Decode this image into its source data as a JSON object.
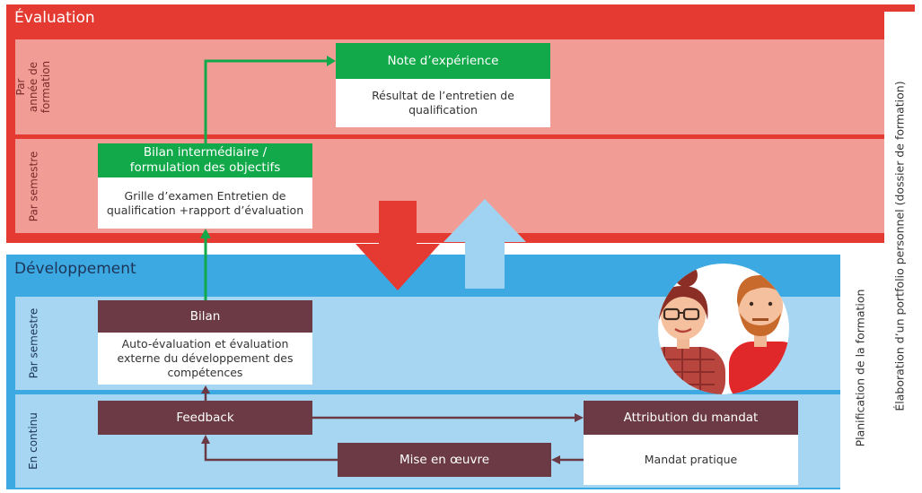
{
  "evaluation": {
    "title": "Évaluation",
    "rows": [
      {
        "label": "Par année de formation"
      },
      {
        "label": "Par semestre"
      }
    ]
  },
  "development": {
    "title": "Développement",
    "rows": [
      {
        "label": "Par semestre"
      },
      {
        "label": "En continu"
      }
    ]
  },
  "boxes": {
    "note": {
      "header": "Note d’expérience",
      "body": "Résultat de l’entretien de qualification"
    },
    "bilan_intermediaire": {
      "header": "Bilan intermédiaire / formulation des objectifs",
      "body": "Grille d’examen Entretien de qualification +rapport d’évaluation"
    },
    "bilan": {
      "header": "Bilan",
      "body": "Auto-évaluation et évaluation externe du développement des compétences"
    },
    "feedback": {
      "label": "Feedback"
    },
    "attribution": {
      "header": "Attribution du mandat",
      "body": "Mandat pratique"
    },
    "mise_en_oeuvre": {
      "label": "Mise en œuvre"
    }
  },
  "side_columns": {
    "planification": "Planification de la formation",
    "portfolio": "Élaboration d’un portfolio personnel (dossier de formation)"
  },
  "colors": {
    "eval_red": "#e53a31",
    "eval_pink": "#f19d96",
    "dev_blue": "#3da9e2",
    "dev_light": "#a6d6f2",
    "green": "#12a94a",
    "maroon": "#6b3a44",
    "arrow_up": "#9fd3f1"
  }
}
